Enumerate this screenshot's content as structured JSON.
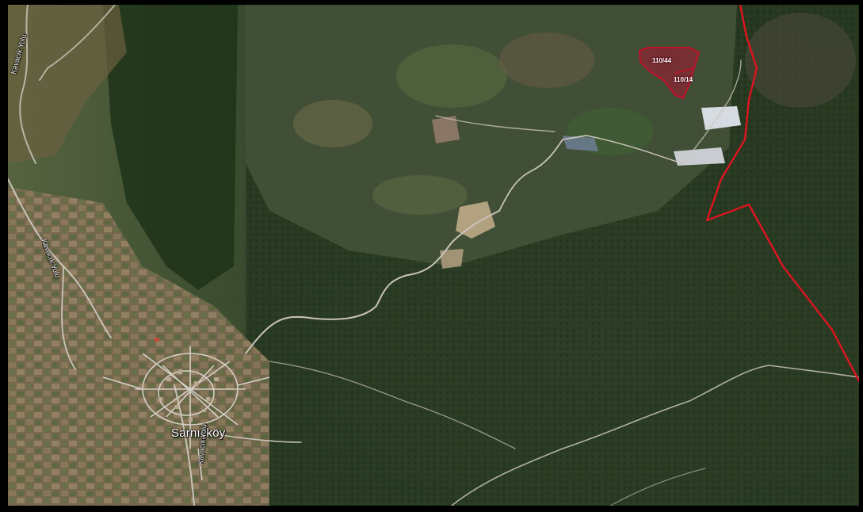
{
  "map": {
    "place_label": "Sarnıçköy",
    "road_labels": [
      "Kavacık Yolu",
      "Kavacık Yolu",
      "Kavacık Yolu"
    ],
    "parcels": [
      {
        "label": "110/44"
      },
      {
        "label": "110/14"
      }
    ],
    "colors": {
      "boundary_line": "#d8151f",
      "parcel_fill": "#a31530",
      "parcel_stroke": "#c0102a",
      "road": "#c9c3b8",
      "forest_dark": "#25361f",
      "farmland": "#7d6a55"
    }
  }
}
